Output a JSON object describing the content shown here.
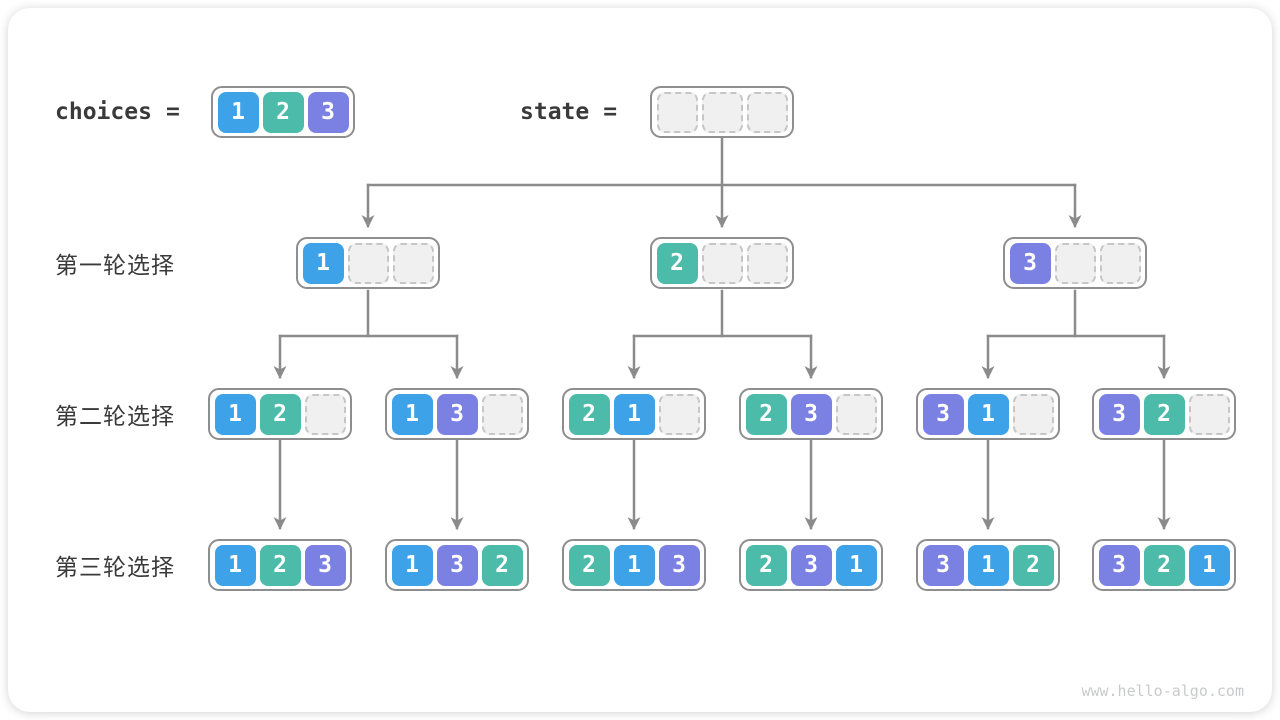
{
  "palette": {
    "c1": "#3DA2E8",
    "c2": "#4DBBA9",
    "c3": "#7B81E2",
    "arrow": "#8B8B8B",
    "node_border": "#8E8E8E",
    "empty_fill": "#F0F0F0",
    "empty_border": "#C6C6C6",
    "label_text": "#3A3A3A",
    "watermark": "#C9CACB"
  },
  "header": {
    "choices_label": "choices",
    "choices_equals": "=",
    "choices_cells": [
      "1",
      "2",
      "3"
    ],
    "state_label": "state",
    "state_equals": "=",
    "state_cells": [
      "",
      "",
      ""
    ]
  },
  "levels": [
    {
      "label": "第一轮选择",
      "nodes": [
        [
          "1",
          "",
          ""
        ],
        [
          "2",
          "",
          ""
        ],
        [
          "3",
          "",
          ""
        ]
      ]
    },
    {
      "label": "第二轮选择",
      "nodes": [
        [
          "1",
          "2",
          ""
        ],
        [
          "1",
          "3",
          ""
        ],
        [
          "2",
          "1",
          ""
        ],
        [
          "2",
          "3",
          ""
        ],
        [
          "3",
          "1",
          ""
        ],
        [
          "3",
          "2",
          ""
        ]
      ]
    },
    {
      "label": "第三轮选择",
      "nodes": [
        [
          "1",
          "2",
          "3"
        ],
        [
          "1",
          "3",
          "2"
        ],
        [
          "2",
          "1",
          "3"
        ],
        [
          "2",
          "3",
          "1"
        ],
        [
          "3",
          "1",
          "2"
        ],
        [
          "3",
          "2",
          "1"
        ]
      ]
    }
  ],
  "watermark": "www.hello-algo.com"
}
